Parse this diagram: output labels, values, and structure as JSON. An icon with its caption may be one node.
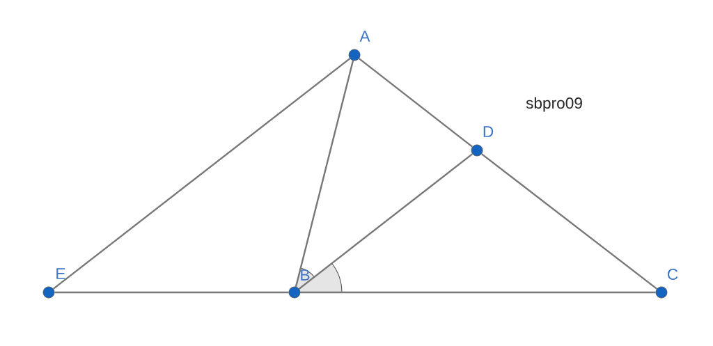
{
  "diagram": {
    "nodes": [
      {
        "text": [
          "A"
        ]
      },
      {
        "text": [
          "D"
        ]
      },
      {
        "text": [
          "E"
        ]
      },
      {
        "text": [
          "B"
        ]
      },
      {
        "text": [
          "C"
        ]
      }
    ],
    "edges": [
      {
        "from": 2,
        "to": 0,
        "arrow": "none"
      },
      {
        "from": 0,
        "to": 3,
        "arrow": "none"
      },
      {
        "from": 0,
        "to": 1,
        "arrow": "none"
      },
      {
        "from": 1,
        "to": 4,
        "arrow": "none"
      },
      {
        "from": 2,
        "to": 3,
        "arrow": "none"
      },
      {
        "from": 3,
        "to": 4,
        "arrow": "none"
      },
      {
        "from": 3,
        "to": 1,
        "arrow": "none"
      }
    ],
    "labels": [
      "sbpro09"
    ]
  }
}
